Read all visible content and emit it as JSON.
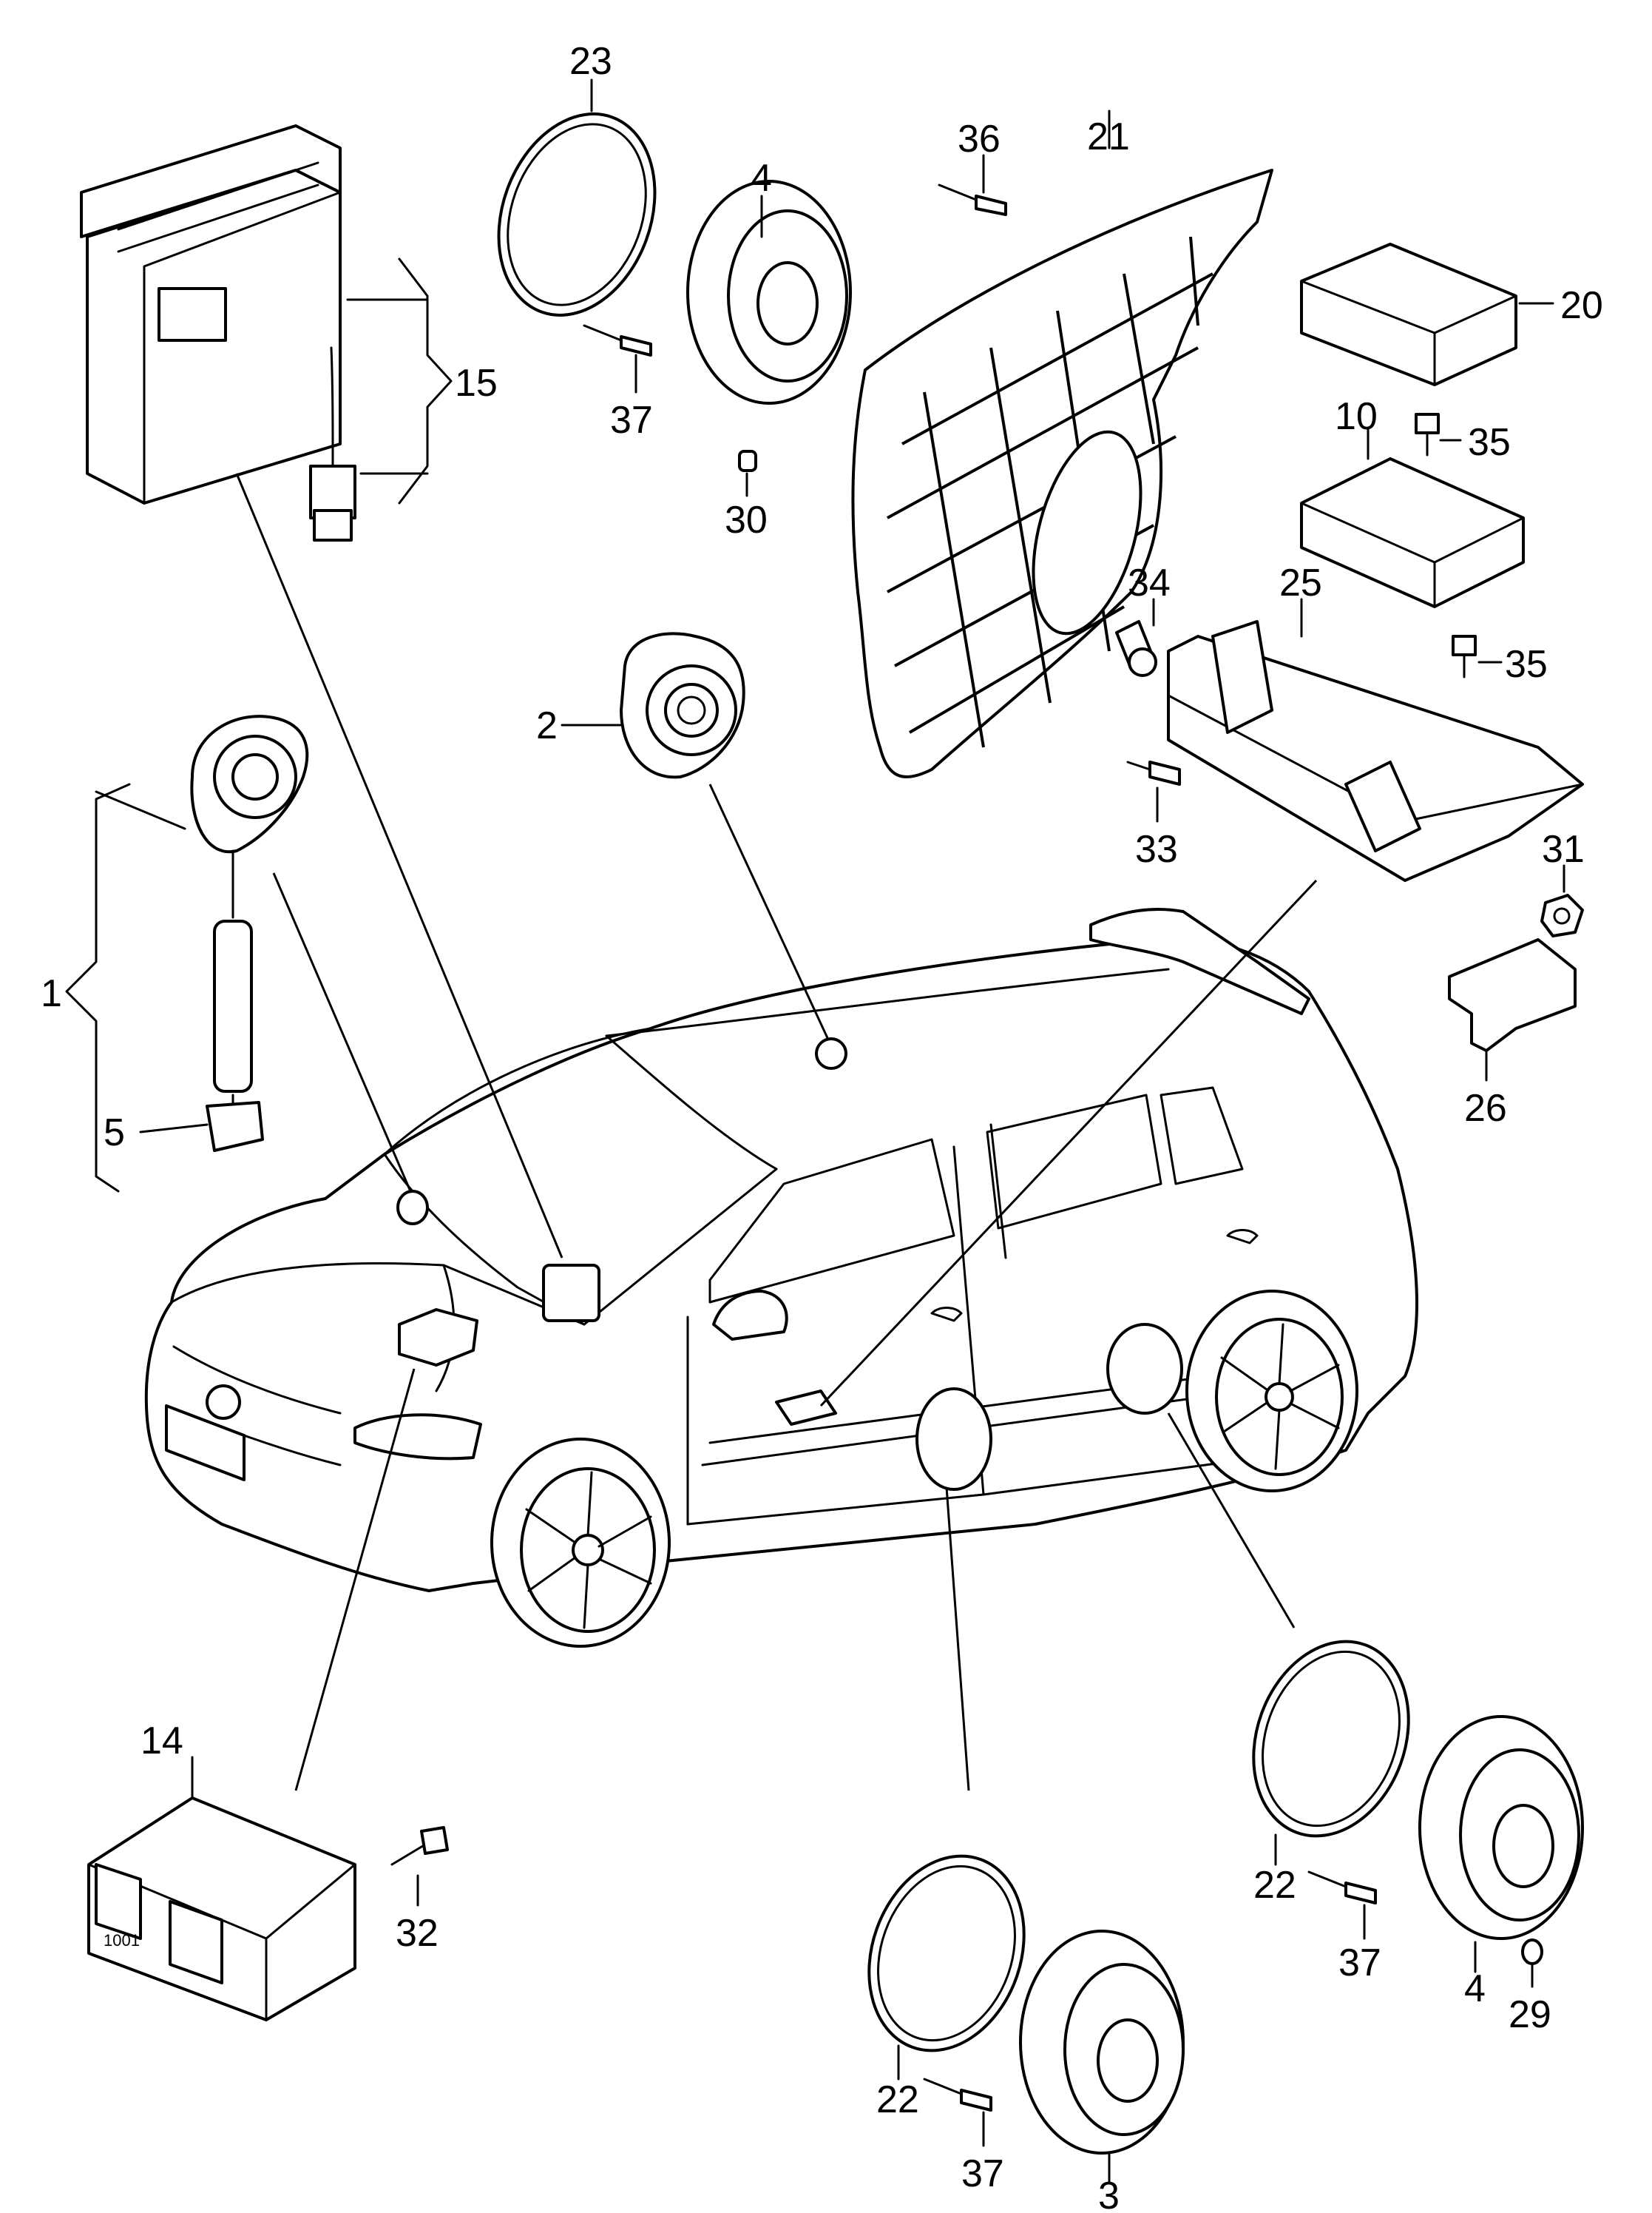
{
  "diagram": {
    "callouts": [
      {
        "id": "c1",
        "label": "1"
      },
      {
        "id": "c2",
        "label": "2"
      },
      {
        "id": "c3",
        "label": "3"
      },
      {
        "id": "c4a",
        "label": "4"
      },
      {
        "id": "c4b",
        "label": "4"
      },
      {
        "id": "c5",
        "label": "5"
      },
      {
        "id": "c10",
        "label": "10"
      },
      {
        "id": "c14",
        "label": "14"
      },
      {
        "id": "c15",
        "label": "15"
      },
      {
        "id": "c20",
        "label": "20"
      },
      {
        "id": "c21",
        "label": "21"
      },
      {
        "id": "c22a",
        "label": "22"
      },
      {
        "id": "c22b",
        "label": "22"
      },
      {
        "id": "c23",
        "label": "23"
      },
      {
        "id": "c25",
        "label": "25"
      },
      {
        "id": "c26",
        "label": "26"
      },
      {
        "id": "c29",
        "label": "29"
      },
      {
        "id": "c30",
        "label": "30"
      },
      {
        "id": "c31",
        "label": "31"
      },
      {
        "id": "c32",
        "label": "32"
      },
      {
        "id": "c33",
        "label": "33"
      },
      {
        "id": "c34",
        "label": "34"
      },
      {
        "id": "c35a",
        "label": "35"
      },
      {
        "id": "c35b",
        "label": "35"
      },
      {
        "id": "c36",
        "label": "36"
      },
      {
        "id": "c37a",
        "label": "37"
      },
      {
        "id": "c37b",
        "label": "37"
      },
      {
        "id": "c37c",
        "label": "37"
      }
    ],
    "module_14_text": "1001"
  }
}
